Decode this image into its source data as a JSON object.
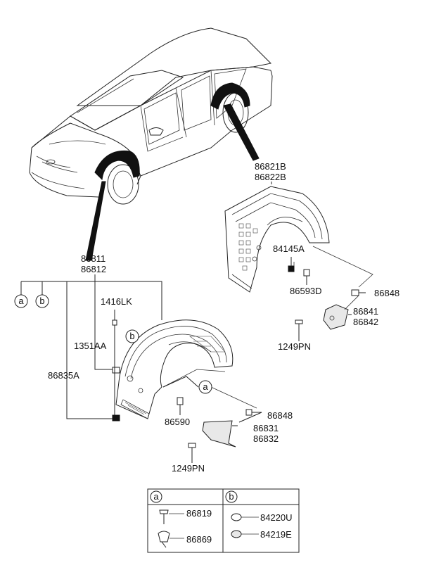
{
  "labels": {
    "p86821b": "86821B",
    "p86822b": "86822B",
    "p84145a": "84145A",
    "p86593d": "86593D",
    "p86848_top": "86848",
    "p86841": "86841",
    "p86842": "86842",
    "p1249pn_top": "1249PN",
    "p86811": "86811",
    "p86812": "86812",
    "p1416lk": "1416LK",
    "p1351aa": "1351AA",
    "p86835a": "86835A",
    "p86590": "86590",
    "p86848_bot": "86848",
    "p86831": "86831",
    "p86832": "86832",
    "p1249pn_bot": "1249PN"
  },
  "callouts": {
    "a": "a",
    "b": "b"
  },
  "table": {
    "col_a": "a",
    "col_b": "b",
    "a_items": [
      "86819",
      "86869"
    ],
    "b_items": [
      "84220U",
      "84219E"
    ]
  }
}
